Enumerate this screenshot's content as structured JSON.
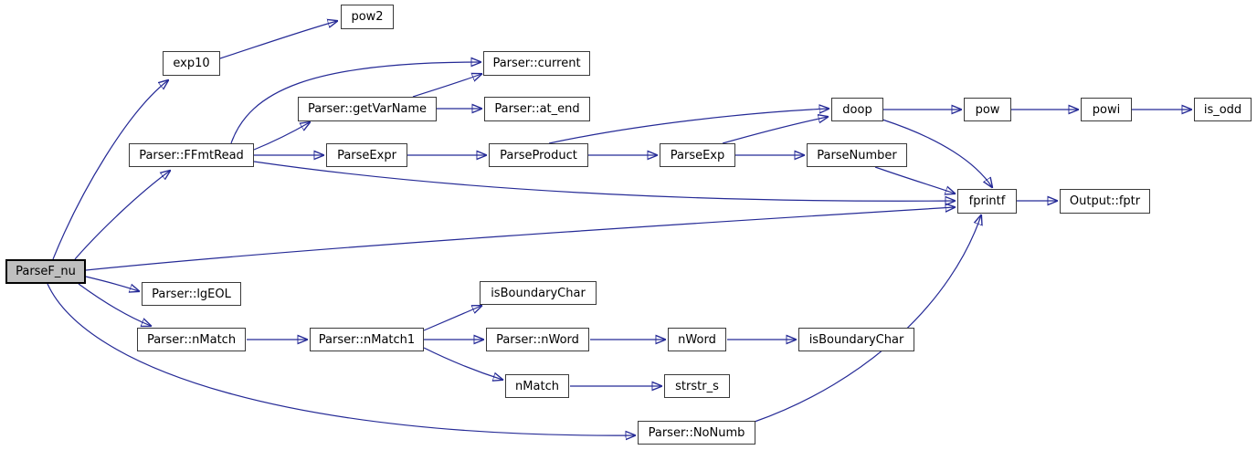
{
  "diagram": {
    "type": "call-graph",
    "root": "ParseF_nu",
    "colors": {
      "edge": "#252a96",
      "node_border": "#3a3a3a",
      "node_fill": "#ffffff",
      "root_fill": "#bfbfbf",
      "root_border": "#000000",
      "text": "#000000"
    },
    "nodes": [
      {
        "id": "ParseF_nu",
        "label": "ParseF_nu"
      },
      {
        "id": "pow2",
        "label": "pow2"
      },
      {
        "id": "exp10",
        "label": "exp10"
      },
      {
        "id": "Parser_current",
        "label": "Parser::current"
      },
      {
        "id": "Parser_getVarName",
        "label": "Parser::getVarName"
      },
      {
        "id": "Parser_at_end",
        "label": "Parser::at_end"
      },
      {
        "id": "Parser_FFmtRead",
        "label": "Parser::FFmtRead"
      },
      {
        "id": "ParseExpr",
        "label": "ParseExpr"
      },
      {
        "id": "ParseProduct",
        "label": "ParseProduct"
      },
      {
        "id": "ParseExp",
        "label": "ParseExp"
      },
      {
        "id": "ParseNumber",
        "label": "ParseNumber"
      },
      {
        "id": "doop",
        "label": "doop"
      },
      {
        "id": "pow",
        "label": "pow"
      },
      {
        "id": "powi",
        "label": "powi"
      },
      {
        "id": "is_odd",
        "label": "is_odd"
      },
      {
        "id": "fprintf",
        "label": "fprintf"
      },
      {
        "id": "Output_fptr",
        "label": "Output::fptr"
      },
      {
        "id": "Parser_lgEOL",
        "label": "Parser::lgEOL"
      },
      {
        "id": "Parser_nMatch",
        "label": "Parser::nMatch"
      },
      {
        "id": "Parser_nMatch1",
        "label": "Parser::nMatch1"
      },
      {
        "id": "isBoundaryChar",
        "label": "isBoundaryChar"
      },
      {
        "id": "Parser_nWord",
        "label": "Parser::nWord"
      },
      {
        "id": "nWord",
        "label": "nWord"
      },
      {
        "id": "isBoundaryChar_2",
        "label": "isBoundaryChar"
      },
      {
        "id": "nMatch",
        "label": "nMatch"
      },
      {
        "id": "strstr_s",
        "label": "strstr_s"
      },
      {
        "id": "Parser_NoNumb",
        "label": "Parser::NoNumb"
      }
    ],
    "edges": [
      {
        "from": "ParseF_nu",
        "to": "exp10"
      },
      {
        "from": "ParseF_nu",
        "to": "Parser_FFmtRead"
      },
      {
        "from": "ParseF_nu",
        "to": "fprintf"
      },
      {
        "from": "ParseF_nu",
        "to": "Parser_lgEOL"
      },
      {
        "from": "ParseF_nu",
        "to": "Parser_nMatch"
      },
      {
        "from": "ParseF_nu",
        "to": "Parser_NoNumb"
      },
      {
        "from": "exp10",
        "to": "pow2"
      },
      {
        "from": "Parser_FFmtRead",
        "to": "Parser_current"
      },
      {
        "from": "Parser_FFmtRead",
        "to": "Parser_getVarName"
      },
      {
        "from": "Parser_FFmtRead",
        "to": "ParseExpr"
      },
      {
        "from": "Parser_FFmtRead",
        "to": "fprintf"
      },
      {
        "from": "Parser_getVarName",
        "to": "Parser_current"
      },
      {
        "from": "Parser_getVarName",
        "to": "Parser_at_end"
      },
      {
        "from": "ParseExpr",
        "to": "ParseProduct"
      },
      {
        "from": "ParseProduct",
        "to": "ParseExp"
      },
      {
        "from": "ParseProduct",
        "to": "doop"
      },
      {
        "from": "ParseExp",
        "to": "doop"
      },
      {
        "from": "ParseExp",
        "to": "ParseNumber"
      },
      {
        "from": "ParseNumber",
        "to": "fprintf"
      },
      {
        "from": "doop",
        "to": "pow"
      },
      {
        "from": "doop",
        "to": "fprintf"
      },
      {
        "from": "pow",
        "to": "powi"
      },
      {
        "from": "powi",
        "to": "is_odd"
      },
      {
        "from": "fprintf",
        "to": "Output_fptr"
      },
      {
        "from": "Parser_nMatch",
        "to": "Parser_nMatch1"
      },
      {
        "from": "Parser_nMatch1",
        "to": "isBoundaryChar"
      },
      {
        "from": "Parser_nMatch1",
        "to": "Parser_nWord"
      },
      {
        "from": "Parser_nMatch1",
        "to": "nMatch"
      },
      {
        "from": "Parser_nWord",
        "to": "nWord"
      },
      {
        "from": "nWord",
        "to": "isBoundaryChar_2"
      },
      {
        "from": "nMatch",
        "to": "strstr_s"
      },
      {
        "from": "Parser_NoNumb",
        "to": "fprintf"
      }
    ]
  }
}
